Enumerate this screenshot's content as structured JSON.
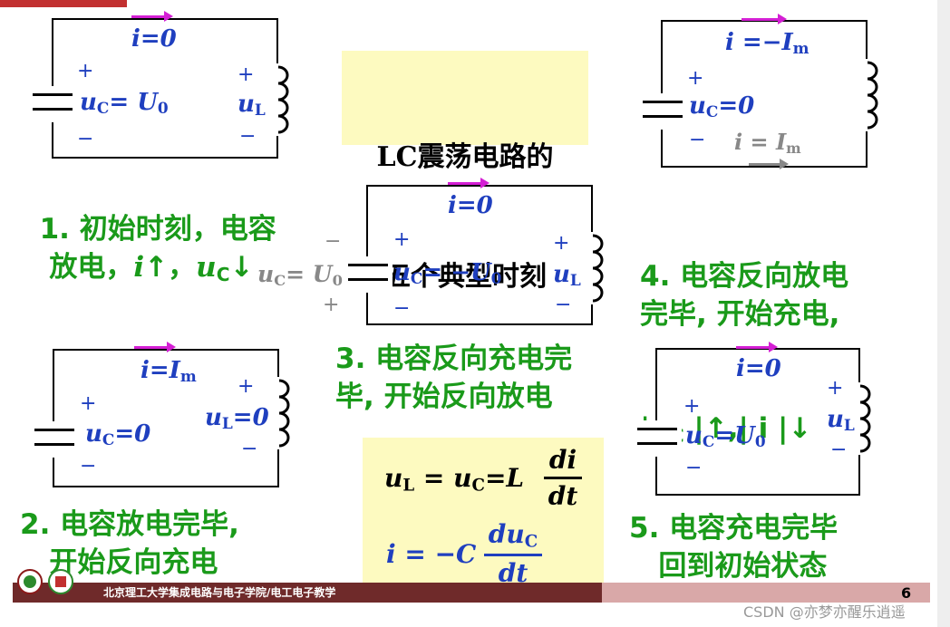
{
  "title": {
    "line1": "LC震荡电路的",
    "line2": "五个典型时刻"
  },
  "states": [
    {
      "caption": "1. 初始时刻，电容\n   放电，",
      "caption_tail": "i↑，u",
      "caption_sub": "C",
      "caption_end": "↓",
      "current": "i=0",
      "uc": "u",
      "uc_sub": "C",
      "uc_val": "= U",
      "uc_val_sub": "0",
      "ul": "u",
      "ul_sub": "L",
      "ul_val": ""
    },
    {
      "caption": "2. 电容放电完毕,\n   开始反向充电",
      "current": "i=I",
      "current_sub": "m",
      "uc": "u",
      "uc_sub": "C",
      "uc_val": "=0",
      "ul": "u",
      "ul_sub": "L",
      "ul_val": "=0"
    },
    {
      "caption": "3. 电容反向充电完\n毕, 开始反向放电",
      "current": "i=0",
      "uc": "u",
      "uc_sub": "C",
      "uc_val": "= −U",
      "uc_val_sub": "0",
      "ul": "u",
      "ul_sub": "L",
      "gray_uc": "u",
      "gray_uc_sub": "C",
      "gray_uc_val": "= U",
      "gray_uc_val_sub": "0"
    },
    {
      "caption": "4. 电容反向放电\n完毕, 开始充电,",
      "caption_line3": "|u",
      "caption_line3_sub": "C",
      "caption_line3_end": " |↑,| i |↓",
      "current": "i =−I",
      "current_sub": "m",
      "uc": "u",
      "uc_sub": "C",
      "uc_val": "=0",
      "gray_i": "i = I",
      "gray_i_sub": "m"
    },
    {
      "caption": "5. 电容充电完毕\n   回到初始状态",
      "current": "i=0",
      "uc": "u",
      "uc_sub": "C",
      "uc_val": "=U",
      "uc_val_sub": "0",
      "ul": "u",
      "ul_sub": "L"
    }
  ],
  "formula": {
    "line1_a": "u",
    "line1_a_sub": "L",
    "line1_b": " = u",
    "line1_b_sub": "C",
    "line1_c": "=L",
    "num1": "di",
    "den1": "dt",
    "line2_a": "i = −C",
    "num2": "du",
    "num2_sub": "C",
    "den2": "dt"
  },
  "signs": {
    "plus": "+",
    "minus": "−"
  },
  "footer": {
    "text": "北京理工大学集成电路与电子学院/电工电子教学",
    "page": "6"
  },
  "watermark": "CSDN @亦梦亦醒乐逍遥",
  "colors": {
    "green": "#1a9a1a",
    "blue": "#1f3fbf",
    "magenta": "#d41fd4",
    "yellow": "#fdfac0",
    "footer": "#6f2a2a"
  }
}
